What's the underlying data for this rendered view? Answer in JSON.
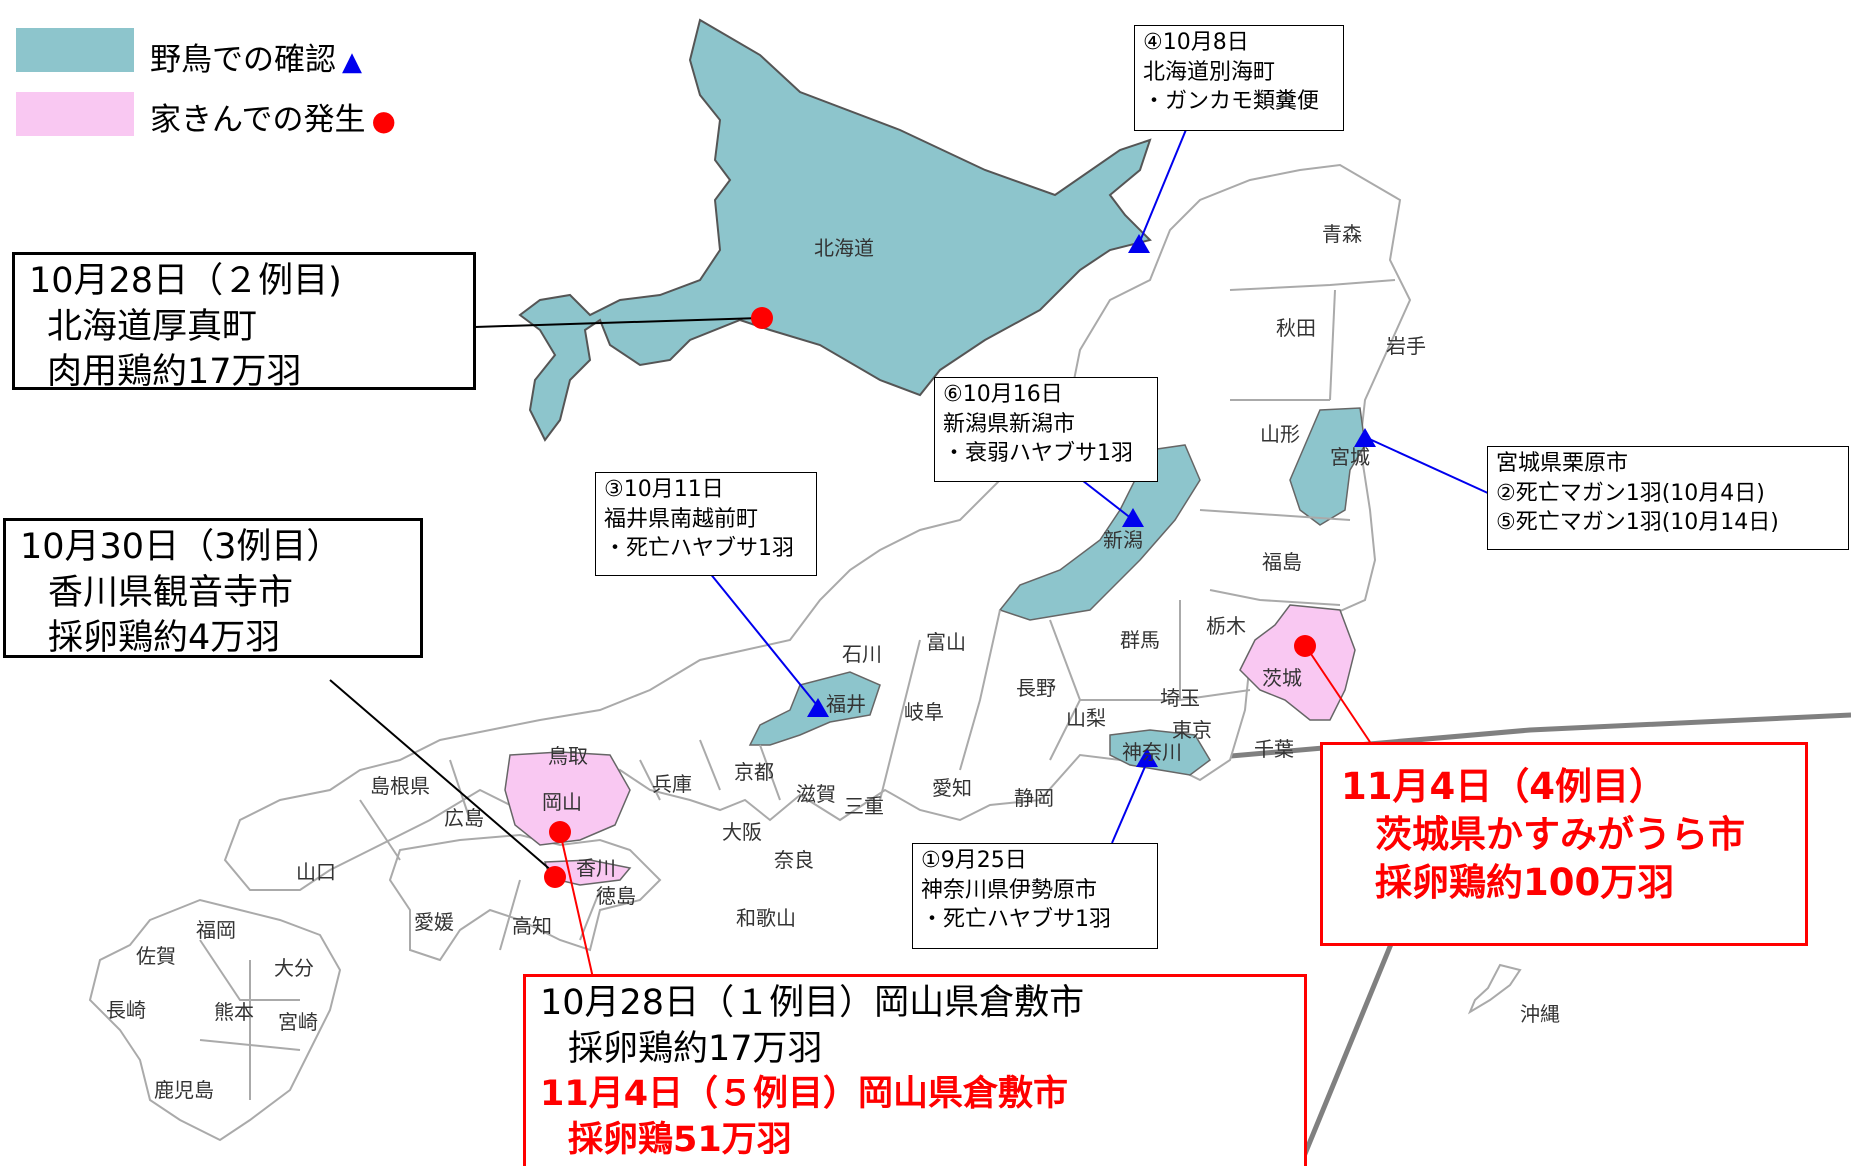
{
  "colors": {
    "wild_bird": "#8dc5cc",
    "poultry": "#f9c8f2",
    "land_outline": "#aaaaaa",
    "marker_red": "#ff0000",
    "marker_blue": "#0000ee",
    "highlight_red": "#ff0000"
  },
  "legend": {
    "wild_bird_label": "野鳥での確認",
    "wild_bird_symbol": "▲",
    "poultry_label": "家きんでの発生",
    "poultry_symbol": "●"
  },
  "prefectures": {
    "hokkaido": "北海道",
    "aomori": "青森",
    "akita": "秋田",
    "iwate": "岩手",
    "yamagata": "山形",
    "miyagi": "宮城",
    "niigata": "新潟",
    "fukushima": "福島",
    "tochigi": "栃木",
    "gunma": "群馬",
    "ibaraki": "茨城",
    "saitama": "埼玉",
    "tokyo": "東京",
    "chiba": "千葉",
    "kanagawa": "神奈川",
    "yamanashi": "山梨",
    "nagano": "長野",
    "toyama": "富山",
    "ishikawa": "石川",
    "fukui": "福井",
    "gifu": "岐阜",
    "shizuoka": "静岡",
    "aichi": "愛知",
    "mie": "三重",
    "shiga": "滋賀",
    "kyoto": "京都",
    "osaka": "大阪",
    "nara": "奈良",
    "wakayama": "和歌山",
    "hyogo": "兵庫",
    "tottori": "鳥取",
    "okayama": "岡山",
    "shimane": "島根県",
    "hiroshima": "広島",
    "yamaguchi": "山口",
    "kagawa": "香川",
    "tokushima": "徳島",
    "ehime": "愛媛",
    "kochi": "高知",
    "fukuoka": "福岡",
    "saga": "佐賀",
    "nagasaki": "長崎",
    "oita": "大分",
    "kumamoto": "熊本",
    "miyazaki": "宮崎",
    "kagoshima": "鹿児島",
    "okinawa": "沖縄"
  },
  "callouts": {
    "hokkaido_case2": [
      "10月28日（２例目)",
      "北海道厚真町",
      "肉用鶏約17万羽"
    ],
    "kagawa_case3": [
      "10月30日（3例目）",
      "香川県観音寺市",
      "採卵鶏約4万羽"
    ],
    "okayama_cases": {
      "case1_line1": "10月28日（１例目）岡山県倉敷市",
      "case1_line2": "採卵鶏約17万羽",
      "case5_line1": "11月4日（５例目）岡山県倉敷市",
      "case5_line2": "採卵鶏51万羽"
    },
    "ibaraki_case4": [
      "11月4日（4例目）",
      "茨城県かすみがうら市",
      "採卵鶏約100万羽"
    ],
    "wild_4": [
      "④10月8日",
      "北海道別海町",
      "・ガンカモ類糞便"
    ],
    "wild_6": [
      "⑥10月16日",
      "新潟県新潟市",
      "・衰弱ハヤブサ1羽"
    ],
    "wild_3": [
      "③10月11日",
      "福井県南越前町",
      "・死亡ハヤブサ1羽"
    ],
    "wild_2_5": [
      "宮城県栗原市",
      "②死亡マガン1羽(10月4日)",
      "⑤死亡マガン1羽(10月14日)"
    ],
    "wild_1": [
      "①9月25日",
      "神奈川県伊勢原市",
      "・死亡ハヤブサ1羽"
    ]
  }
}
